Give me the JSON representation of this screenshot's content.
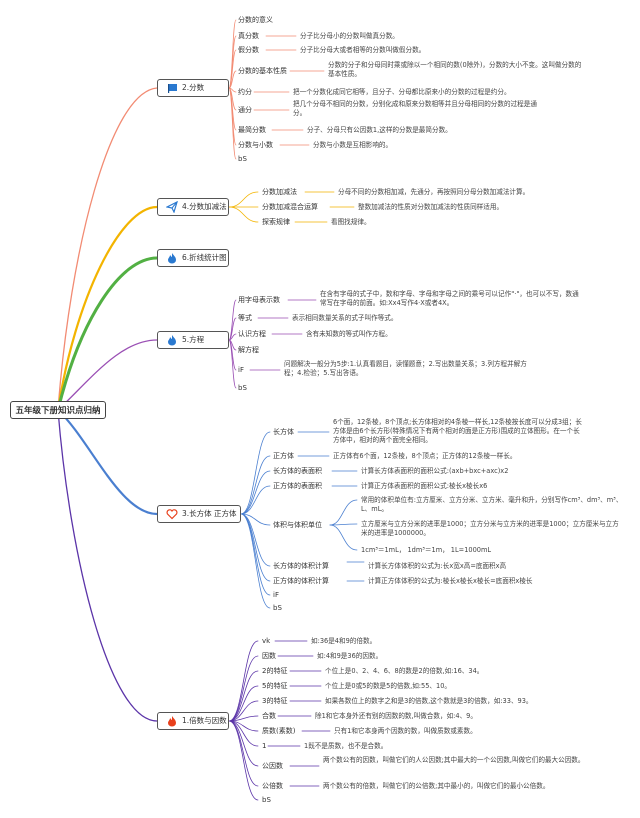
{
  "root": "五年级下册知识点归纳",
  "colors": {
    "fraction": "#f28b73",
    "addsub": "#f3b400",
    "chart": "#52b043",
    "equation": "#9a4fb4",
    "cuboid": "#4a7fd0",
    "factor": "#5b34a8",
    "icon_blue": "#2a79d0",
    "icon_red": "#e8401c"
  },
  "branches": {
    "fraction": {
      "label": "2.分数",
      "icon": "flag-icon",
      "items": [
        {
          "label": "分数的意义",
          "desc": ""
        },
        {
          "label": "真分数",
          "desc": "分子比分母小的分数叫做真分数。"
        },
        {
          "label": "假分数",
          "desc": "分子比分母大或者相等的分数叫做假分数。"
        },
        {
          "label": "分数的基本性质",
          "desc": "分数的分子和分母同时乘或除以一个相同的数(0除外)，分数的大小不变。这叫做分数的基本性质。"
        },
        {
          "label": "约分",
          "desc": "把一个分数化成同它相等，且分子、分母都比原来小的分数的过程是约分。"
        },
        {
          "label": "通分",
          "desc": "把几个分母不相同的分数，分别化成和原来分数相等并且分母相同的分数的过程是通分。"
        },
        {
          "label": "最简分数",
          "desc": "分子、分母只有公因数1,这样的分数是最简分数。"
        },
        {
          "label": "分数与小数",
          "desc": "分数与小数是互相影响的。"
        },
        {
          "label": "bS",
          "desc": ""
        }
      ]
    },
    "addsub": {
      "label": "4.分数加减法",
      "icon": "paper-plane-icon",
      "items": [
        {
          "label": "分数加减法",
          "desc": "分母不同的分数相加减，先通分，再按照同分母分数加减法计算。"
        },
        {
          "label": "分数加减混合运算",
          "desc": "整数加减法的性质对分数加减法的性质同样适用。"
        },
        {
          "label": "探索规律",
          "desc": "看图找规律。"
        }
      ]
    },
    "chart": {
      "label": "6.折线统计图",
      "icon": "flame-icon"
    },
    "equation": {
      "label": "5.方程",
      "icon": "flame-icon",
      "items": [
        {
          "label": "用字母表示数",
          "desc": "在含有字母的式子中，数和字母、字母和字母之间的乘号可以记作\"·\"，也可以不写，数通常写在字母的前面。如:Xx4写作4·X或者4X。"
        },
        {
          "label": "等式",
          "desc": "表示相同数量关系的式子叫作等式。"
        },
        {
          "label": "认识方程",
          "desc": "含有未知数的等式叫作方程。"
        },
        {
          "label": "解方程",
          "desc": ""
        },
        {
          "label": "iF",
          "desc": "问题解决一般分为5步:1.认真看题目，读懂题意；2.写出数量关系；3.列方程并解方程；4.检验；5.写出答语。"
        },
        {
          "label": "bS",
          "desc": ""
        }
      ]
    },
    "cuboid": {
      "label": "3.长方体 正方体",
      "icon": "heart-icon",
      "items": [
        {
          "label": "长方体",
          "desc": "6个面，12条棱，8个顶点;长方体相对的4条棱一样长,12条棱按长度可以分成3组；长方体是由6个长方形(特殊情况下有两个相对的面是正方形)围成的立体图形。在一个长方体中，相对的两个面完全相同。"
        },
        {
          "label": "正方体",
          "desc": "正方体有6个面，12条棱，8个顶点；正方体的12条棱一样长。"
        },
        {
          "label": "长方体的表面积",
          "desc": "计算长方体表面积的面积公式:(axb+bxc+axc)x2"
        },
        {
          "label": "正方体的表面积",
          "desc": "计算正方体表面积的面积公式:棱长x棱长x6"
        },
        {
          "label": "体积与体积单位",
          "descs": [
            "常用的体积单位有:立方厘米、立方分米、立方米、毫升和升，分别写作cm³、dm³、m³、L、mL。",
            "立方厘米与立方分米的进率是1000；立方分米与立方米的进率是1000；立方厘米与立方米的进率是1000000。",
            "1cm³＝1mL，  1dm³＝1m，  1L=1000mL"
          ]
        },
        {
          "label": "长方体的体积计算",
          "desc": "计算长方体体积的公式为:长x宽x高=底面积x高"
        },
        {
          "label": "正方体的体积计算",
          "desc": "计算正方体体积的公式为:棱长x棱长x棱长=底面积x棱长"
        },
        {
          "label": "iF",
          "desc": ""
        },
        {
          "label": "bS",
          "desc": ""
        }
      ]
    },
    "factor": {
      "label": "1.倍数与因数",
      "icon": "flame-icon",
      "items": [
        {
          "label": "vk",
          "desc": "如:36是4和9的倍数。"
        },
        {
          "label": "因数",
          "desc": "如:4和9是36的因数。"
        },
        {
          "label": "2的特征",
          "desc": "个位上是0、2、4、6、8的数是2的倍数,如:16、34。"
        },
        {
          "label": "5的特征",
          "desc": "个位上是0或5的数是5的倍数,如:55、10。"
        },
        {
          "label": "3的特征",
          "desc": "如果各数位上的数字之和是3的倍数,这个数就是3的倍数，如:33、93。"
        },
        {
          "label": "合数",
          "desc": "除1和它本身外还有别的因数的数,叫做合数，如:4、9。"
        },
        {
          "label": "质数(素数)",
          "desc": "只有1和它本身两个因数的数，叫做质数或素数。"
        },
        {
          "label": "1",
          "desc": "1既不是质数，也不是合数。"
        },
        {
          "label": "公因数",
          "desc": "两个数公有的因数，叫做它们的人公因数;其中最大的一个公因数,叫做它们的最大公因数。"
        },
        {
          "label": "公倍数",
          "desc": "两个数公有的倍数，叫做它们的公倍数;其中最小的，叫做它们的最小公倍数。"
        },
        {
          "label": "bS",
          "desc": ""
        }
      ]
    }
  }
}
